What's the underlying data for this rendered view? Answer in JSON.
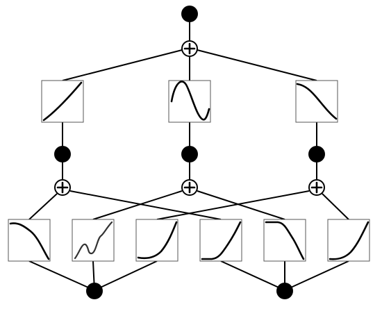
{
  "diagram": {
    "type": "network",
    "description_visible_text": "",
    "colors": {
      "stroke": "#000000",
      "box_border": "#555555",
      "background": "#ffffff"
    },
    "layers": [
      {
        "id": "output",
        "kind": "node",
        "count": 1
      },
      {
        "id": "sum-top",
        "kind": "sum",
        "count": 1
      },
      {
        "id": "activation-row-1",
        "kind": "activation",
        "count": 3,
        "shapes": [
          "linear-up",
          "bump-down",
          "decreasing"
        ]
      },
      {
        "id": "hidden-nodes",
        "kind": "node",
        "count": 3
      },
      {
        "id": "sum-middle",
        "kind": "sum",
        "count": 3
      },
      {
        "id": "activation-row-2",
        "kind": "activation",
        "count": 6,
        "shapes": [
          "decreasing",
          "wiggly-up",
          "convex-up",
          "convex-up",
          "plateau-down",
          "convex-up"
        ]
      },
      {
        "id": "input-nodes",
        "kind": "node",
        "count": 2
      }
    ]
  }
}
